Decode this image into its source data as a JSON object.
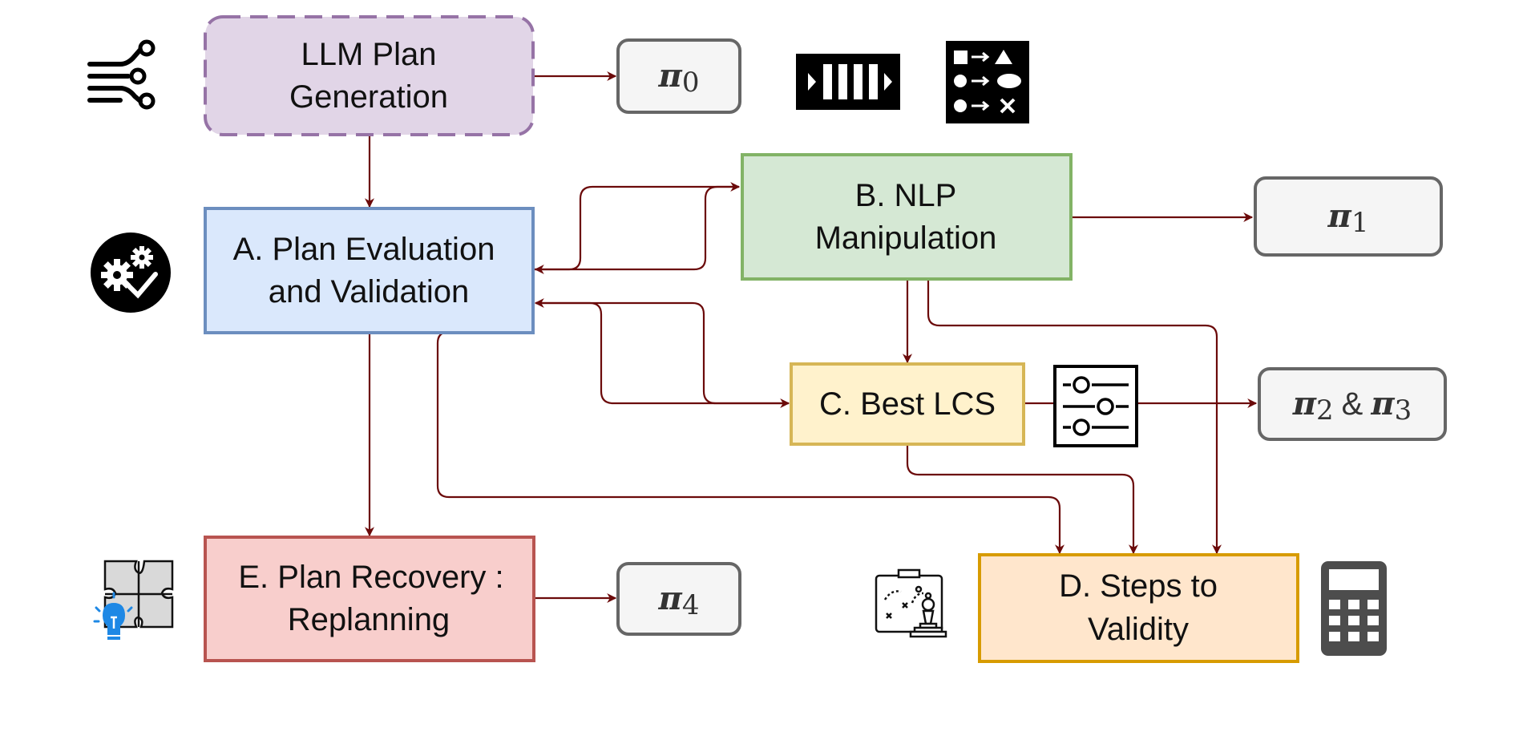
{
  "nodes": {
    "llm": {
      "line1": "LLM Plan",
      "line2": "Generation",
      "fill": "#e1d5e7",
      "stroke": "#9673a6"
    },
    "a": {
      "line1": "A. Plan Evaluation",
      "line2": "and Validation",
      "fill": "#dae8fc",
      "stroke": "#6c8ebf"
    },
    "b": {
      "line1": "B. NLP",
      "line2": "Manipulation",
      "fill": "#d5e8d4",
      "stroke": "#82b366"
    },
    "c": {
      "line1": "C. Best LCS",
      "fill": "#fff2cc",
      "stroke": "#d6b656"
    },
    "d": {
      "line1": "D. Steps to",
      "line2": "Validity",
      "fill": "#ffe6cc",
      "stroke": "#d79b00"
    },
    "e": {
      "line1": "E. Plan Recovery :",
      "line2": "Replanning",
      "fill": "#f8cecc",
      "stroke": "#b85450"
    }
  },
  "outputs": {
    "pi0": {
      "symbol": "π",
      "sub": "0"
    },
    "pi1": {
      "symbol": "π",
      "sub": "1"
    },
    "pi23": {
      "symbol_a": "π",
      "sub_a": "2",
      "amp": "&",
      "symbol_b": "π",
      "sub_b": "3"
    },
    "pi4": {
      "symbol": "π",
      "sub": "4"
    }
  },
  "output_style": {
    "fill": "#f5f5f5",
    "stroke": "#666666"
  },
  "edge_color": "#6b0a0a",
  "icons": [
    "circuit-icon",
    "pipeline-icon",
    "shape-mapping-icon",
    "gears-check-icon",
    "sliders-icon",
    "puzzle-bulb-icon",
    "strategy-board-icon",
    "calculator-icon"
  ]
}
